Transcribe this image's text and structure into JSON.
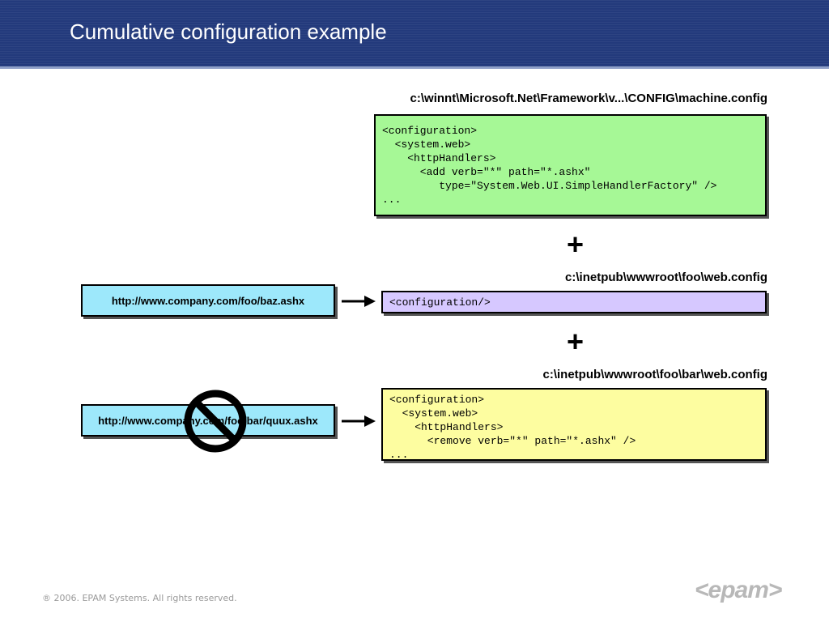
{
  "slide": {
    "title": "Cumulative configuration example"
  },
  "machine_config": {
    "path": "c:\\winnt\\Microsoft.Net\\Framework\\v...\\CONFIG\\machine.config",
    "lines": [
      "<configuration>",
      "  <system.web>",
      "    <httpHandlers>",
      "      <add verb=\"*\" path=\"*.ashx\"",
      "         type=\"System.Web.UI.SimpleHandlerFactory\" />",
      "..."
    ]
  },
  "plus_sign": "+",
  "foo_config": {
    "path": "c:\\inetpub\\wwwroot\\foo\\web.config",
    "lines": [
      "<configuration/>"
    ]
  },
  "bar_config": {
    "path": "c:\\inetpub\\wwwroot\\foo\\bar\\web.config",
    "lines": [
      "<configuration>",
      "  <system.web>",
      "    <httpHandlers>",
      "      <remove verb=\"*\" path=\"*.ashx\" />",
      "..."
    ]
  },
  "requests": {
    "allowed_url": "http://www.company.com/foo/baz.ashx",
    "blocked_url": "http://www.company.com/foo/bar/quux.ashx"
  },
  "icons": {
    "arrow": "right-arrow-icon",
    "blocked": "prohibited-icon"
  },
  "colors": {
    "header": "#233a7c",
    "machine_box": "#a6f896",
    "foo_box": "#d6c8ff",
    "bar_box": "#fdfda0",
    "url_box": "#9de8fb"
  },
  "footer": {
    "copyright": "® 2006. EPAM Systems. All rights reserved.",
    "logo": "<epam>"
  }
}
